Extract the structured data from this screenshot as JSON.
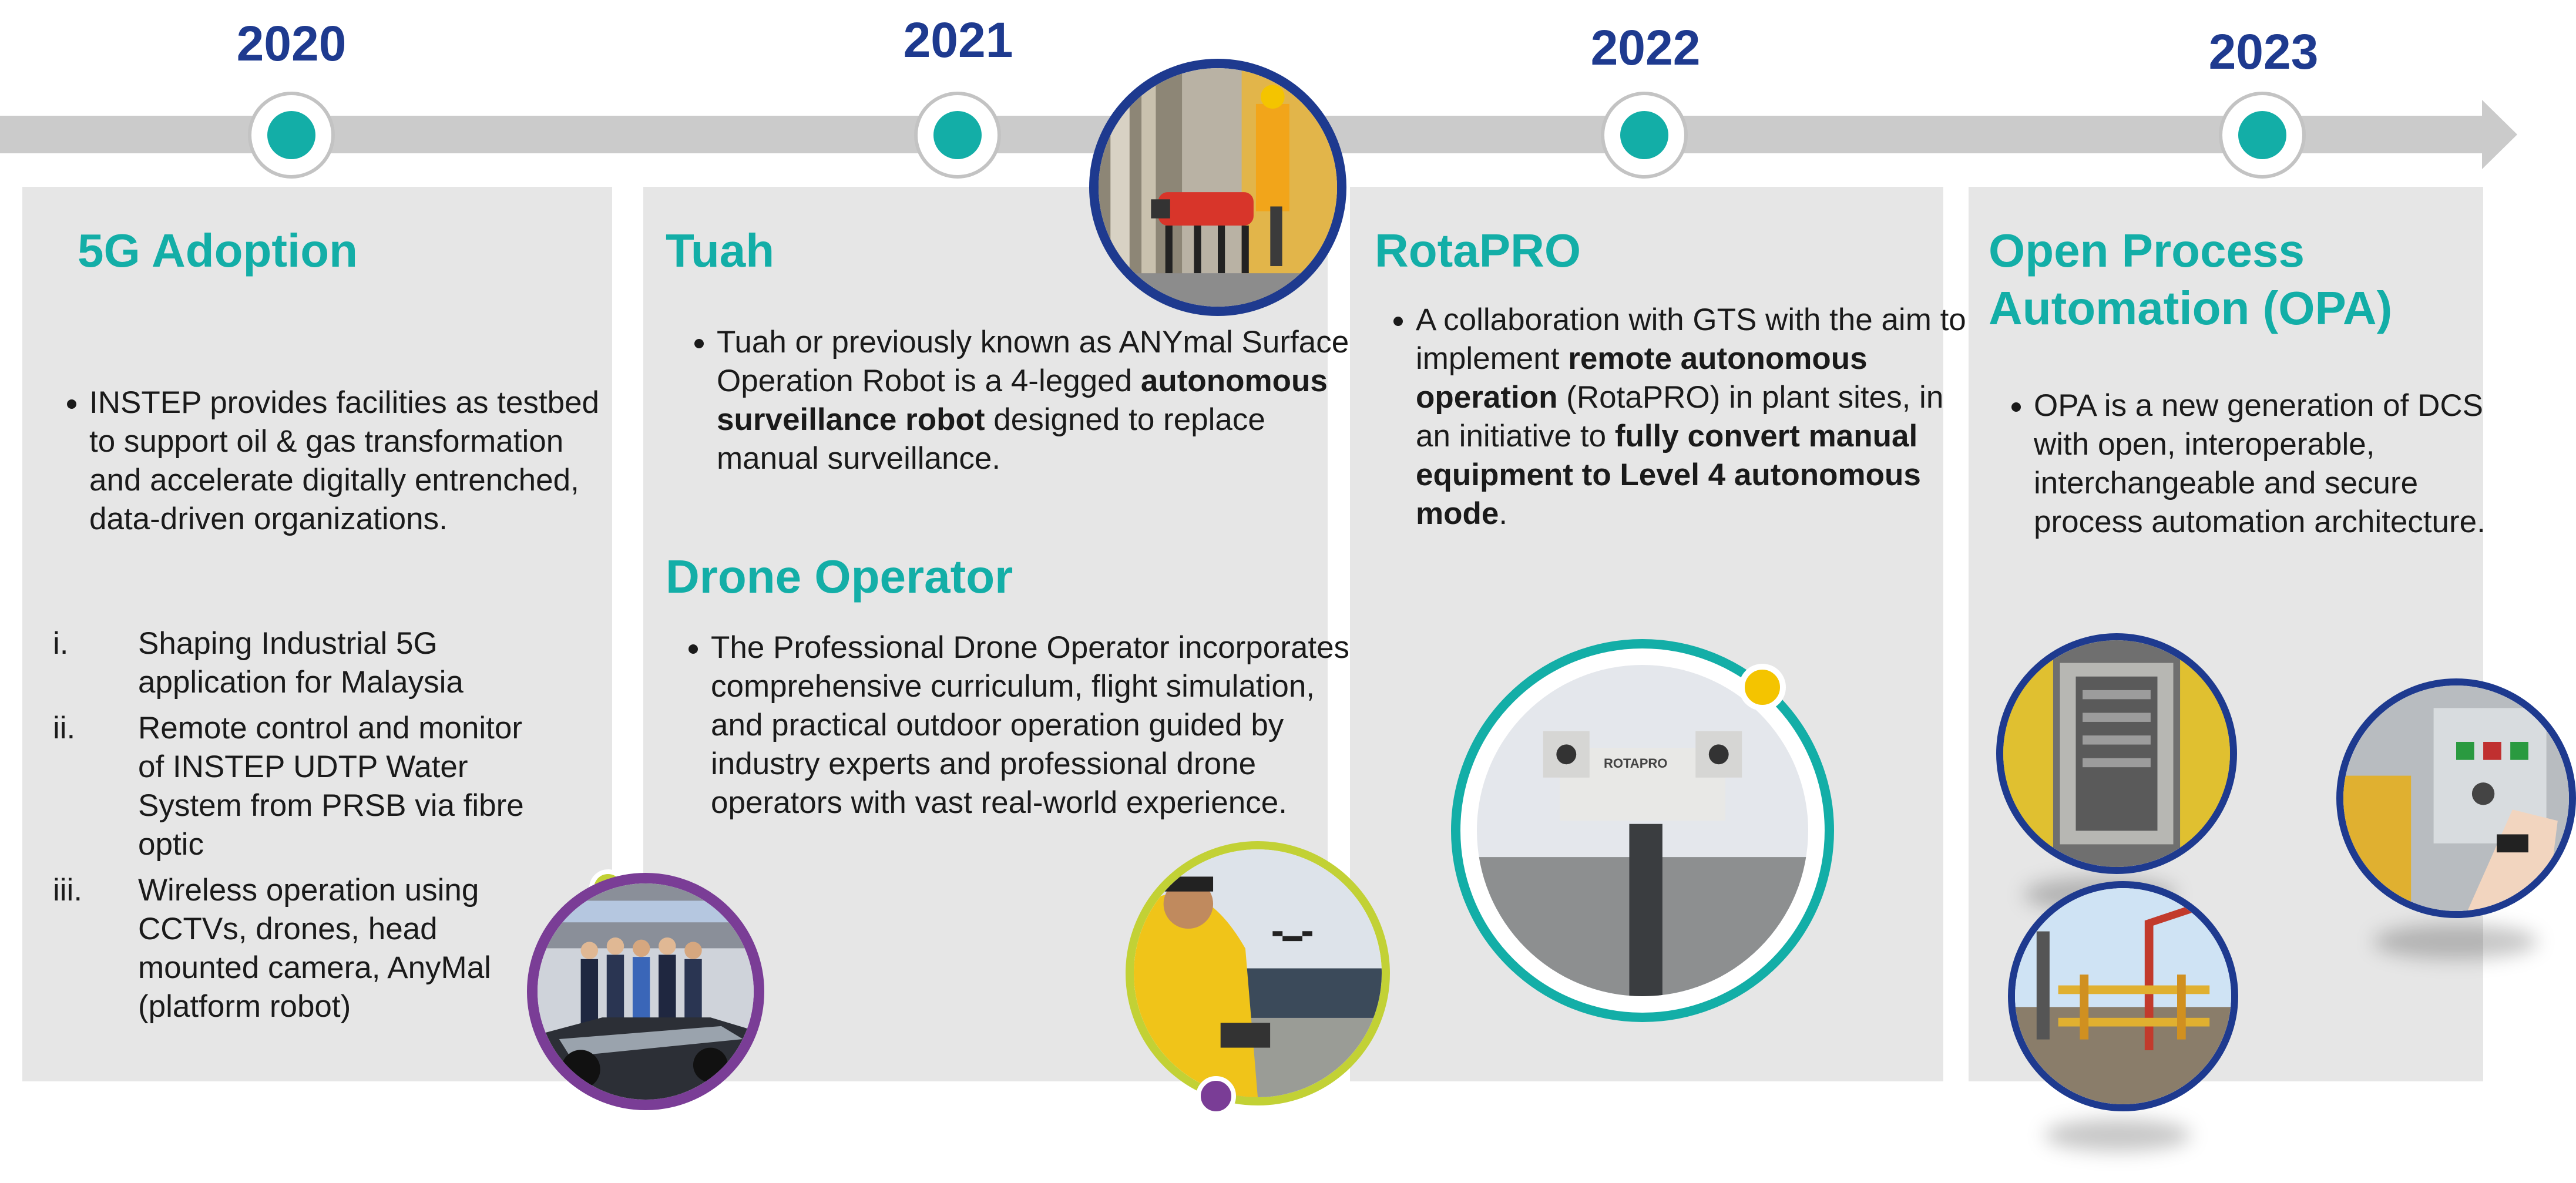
{
  "colors": {
    "navy": "#1e3a8f",
    "teal": "#13aea7",
    "panel": "#e6e6e6",
    "axis": "#cbcbcb",
    "purple": "#7a3d96",
    "lime": "#c2d135",
    "yellow": "#f4c400"
  },
  "years": [
    "2020",
    "2021",
    "2022",
    "2023"
  ],
  "panels": [
    {
      "title": "5G Adoption",
      "bullet": "INSTEP provides facilities as testbed to support oil & gas transformation and accelerate digitally entrenched, data-driven organizations.",
      "items": [
        {
          "num": "i.",
          "text": "Shaping Industrial 5G application for Malaysia"
        },
        {
          "num": "ii.",
          "text": "Remote control and monitor of INSTEP UDTP Water System from PRSB via fibre optic"
        },
        {
          "num": "iii.",
          "text": "Wireless operation using CCTVs, drones, head mounted camera, AnyMal (platform robot)"
        }
      ]
    },
    {
      "title": "Tuah",
      "text_pre": "Tuah or previously known as ANYmal Surface Operation Robot is a 4-legged ",
      "text_bold": "autonomous surveillance robot",
      "text_post": " designed to replace manual surveillance.",
      "title2": "Drone Operator",
      "text2": "The Professional Drone Operator incorporates comprehensive curriculum, flight simulation, and practical outdoor operation guided by industry experts and professional drone operators with vast real-world experience."
    },
    {
      "title": "RotaPRO",
      "t1": "A collaboration with GTS with the aim to implement ",
      "b1": "remote autonomous operation",
      "t2": " (RotaPRO) in plant sites, in an initiative to ",
      "b2": "fully convert manual equipment to Level 4 autonomous mode",
      "t3": ".",
      "camera_label": "ROTAPRO"
    },
    {
      "title": "Open Process Automation (OPA)",
      "text": "OPA is a new generation of DCS with open, interoperable, interchangeable and secure process automation architecture."
    }
  ]
}
